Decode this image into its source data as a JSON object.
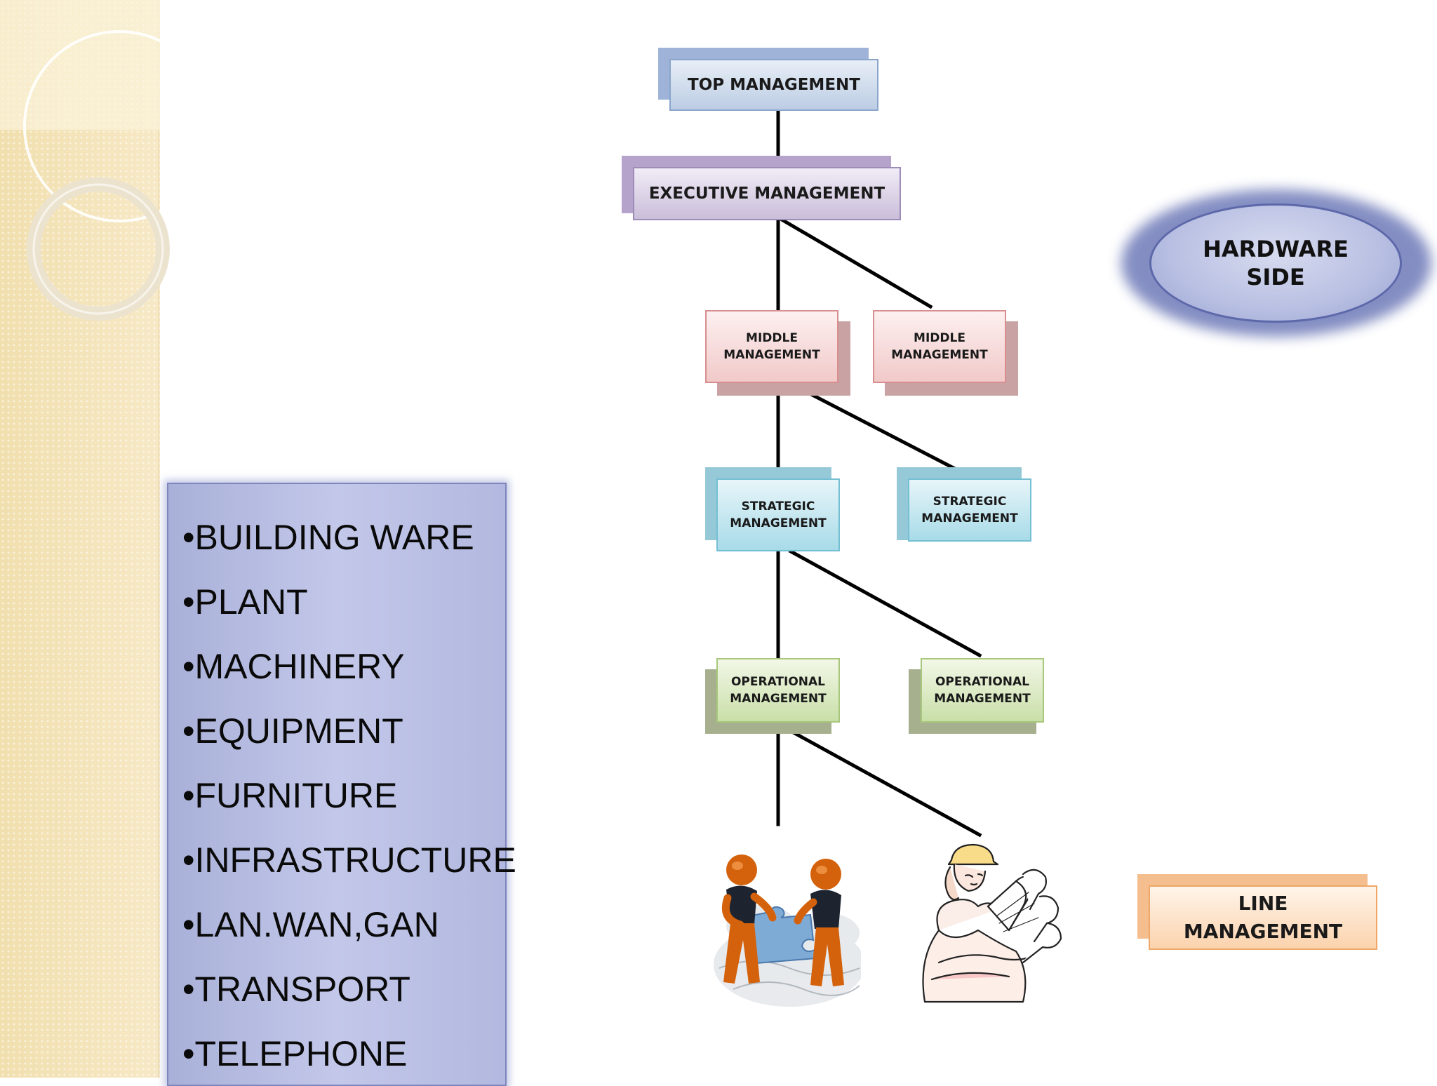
{
  "hardware_list": {
    "items": [
      "•BUILDING WARE",
      "•PLANT",
      "•MACHINERY",
      "•EQUIPMENT",
      "•FURNITURE",
      "•INFRASTRUCTURE",
      "•LAN.WAN,GAN",
      "•TRANSPORT",
      "•TELEPHONE"
    ]
  },
  "org_chart": {
    "top": "TOP MANAGEMENT",
    "executive": "EXECUTIVE MANAGEMENT",
    "middle_left": "MIDDLE\nMANAGEMENT",
    "middle_right": "MIDDLE\nMANAGEMENT",
    "strategic_left": "STRATEGIC\nMANAGEMENT",
    "strategic_right": "STRATEGIC\nMANAGEMENT",
    "operational_left": "OPERATIONAL\nMANAGEMENT",
    "operational_right": "OPERATIONAL\nMANAGEMENT"
  },
  "hardware_side": "HARDWARE\nSIDE",
  "line_management": "LINE\nMANAGEMENT",
  "colors": {
    "side_band": "#f3e2b4",
    "list_box": "#b8bde3",
    "top": "#bccde4",
    "executive": "#cabed9",
    "middle": "#f1c9c9",
    "strategic": "#a8dbe8",
    "operational": "#c9dfa8",
    "line": "#fbd3ad"
  },
  "illustrations": [
    "team-puzzle-illustration",
    "engineer-blueprint-illustration"
  ]
}
